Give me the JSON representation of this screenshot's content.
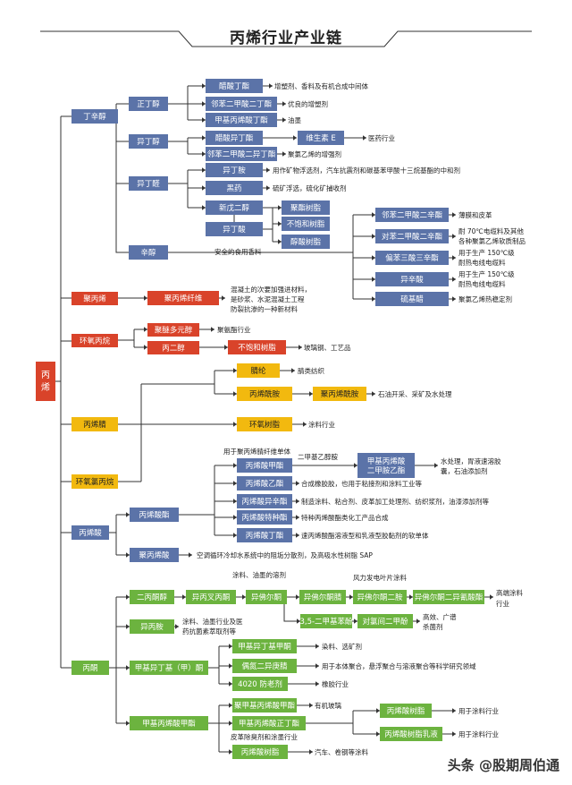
{
  "title": "丙烯行业产业链",
  "watermark": "头条 @股期周伯通",
  "colors": {
    "blue": "#5b73a8",
    "red": "#d9432a",
    "yellow": "#f2b90f",
    "green": "#6cb33f",
    "line": "#333333"
  },
  "nodes": {
    "root": "丙烯",
    "n1": "丁辛醇",
    "n2": "正丁醇",
    "n3": "醋酸丁酯",
    "n4": "邻苯二甲酸二丁酯",
    "n5": "甲基丙烯酸丁酯",
    "n6": "异丁醇",
    "n7": "醋酸异丁酯",
    "n8": "维生素 E",
    "n9": "邻苯二甲酸二异丁酯",
    "n10": "异丁醛",
    "n11": "异丁胺",
    "n12": "黑药",
    "n13": "新戊二醇",
    "n14": "异丁酸",
    "n15": "聚酯树脂",
    "n16": "不饱和树脂",
    "n17": "醇酸树脂",
    "n18": "辛醇",
    "n19": "邻苯二甲酸二辛酯",
    "n20": "对苯二甲酸二辛酯",
    "n21": "偏苯三酸三辛酯",
    "n22": "异辛酸",
    "n23": "硫基醋",
    "n24": "聚丙烯",
    "n25": "聚丙烯纤维",
    "n26": "环氧丙烷",
    "n27": "聚醚多元醇",
    "n28": "丙二醇",
    "n29": "不饱和树脂",
    "n30": "腈纶",
    "n31": "丙烯酰胺",
    "n32": "聚丙烯酰胺",
    "n33": "丙烯腈",
    "n34": "环氧树脂",
    "n35": "环氧氯丙烷",
    "n36": "丙烯酸甲酯",
    "n37": "甲基丙烯酸\n二甲胺乙酯",
    "n38": "丙烯酸乙酯",
    "n39": "丙烯酸异辛酯",
    "n40": "丙烯酸特种酯",
    "n41": "丙烯酸丁酯",
    "n42": "丙烯酸",
    "n43": "丙烯酸酯",
    "n44": "聚丙烯酸",
    "n45": "二丙酮醇",
    "n46": "异丙叉丙酮",
    "n47": "异佛尔酮",
    "n48": "异佛尔酮腈",
    "n49": "异佛尔酮二胺",
    "n50": "异佛尔酮二异氰酸酯",
    "n51": "3,5-二甲基苯酚",
    "n52": "对氯间二甲酚",
    "n53": "异丙胺",
    "n54": "丙酮",
    "n55": "甲基异丁基甲酮",
    "n56": "甲基异丁基（甲）酮",
    "n57": "偶氮二异庚腈",
    "n58": "4020 防老剂",
    "n59": "聚甲基丙烯酸甲酯",
    "n60": "甲基丙烯酸甲酯",
    "n61": "甲基丙烯酸正丁酯",
    "n62": "丙烯酸树脂",
    "n63": "丙烯酸树脂乳液",
    "n64": "丙烯酸树脂"
  },
  "texts": {
    "t1": "增塑剂、香料及有机合成中间体",
    "t2": "优良的增塑剂",
    "t3": "油墨",
    "t4": "医药行业",
    "t5": "聚氯乙烯的增强剂",
    "t6": "用作矿物浮选剂，汽车抗震剂和碳基苯甲酸十三烷基酯的中和剂",
    "t7": "硫矿浮选，硫化矿捕收剂",
    "t8": "安全的食用香料",
    "t9": "薄膜和皮革",
    "t10": "耐 70℃电缆料及其他",
    "t11": "各种聚氯乙烯软质制品",
    "t12": "用于生产 150℃级",
    "t13": "耐热电线电缆料",
    "t14": "用于生产 150℃级",
    "t15": "耐热电线电缆料",
    "t16": "聚氯乙烯热稳定剂",
    "t17": "混凝土的次要加强进材料，",
    "t18": "是砂浆、水泥混凝土工程",
    "t19": "防裂抗渗的一种新材料",
    "t20": "聚氨酯行业",
    "t21": "玻璃钢、工艺品",
    "t22": "腈类纺织",
    "t23": "石油开采、采矿及水处理",
    "t24": "涂料行业",
    "t25": "用于聚丙烯腈纤维单体",
    "t26": "二甲基乙醇胺",
    "t27": "水处理，胃液速溶胶",
    "t28": "囊，石油添加剂",
    "t29": "合成橡胶胶，也用于粘接剂和涂料工业等",
    "t30": "制造涂料、粘合剂、皮革加工处理剂、纺织浆剂，油漆添加剂等",
    "t31": "特种丙烯酸酯类化工产品合成",
    "t32": "速丙烯酸酯溶液型和乳液型胶黏剂的软单体",
    "t33": "空调循环冷却水系统中的阻垢分散剂，及高吸水性树脂 SAP",
    "t34": "涂料、油墨的溶剂",
    "t35": "风力发电叶片涂料",
    "t36": "高端涂料",
    "t37": "行业",
    "t38": "高效、广谱",
    "t39": "杀菌剂",
    "t40": "涂料、油墨行业及医",
    "t41": "药抗菌素萃取剂等",
    "t42": "染料、选矿剂",
    "t43": "用于本体聚合，悬浮聚合与溶液聚合等科学研究领域",
    "t44": "橡胶行业",
    "t45": "有机玻璃",
    "t46": "用于涂料行业",
    "t47": "用于涂料行业",
    "t48": "皮革除臭剂和涂墨行业",
    "t49": "汽车、卷钢等涂料"
  }
}
